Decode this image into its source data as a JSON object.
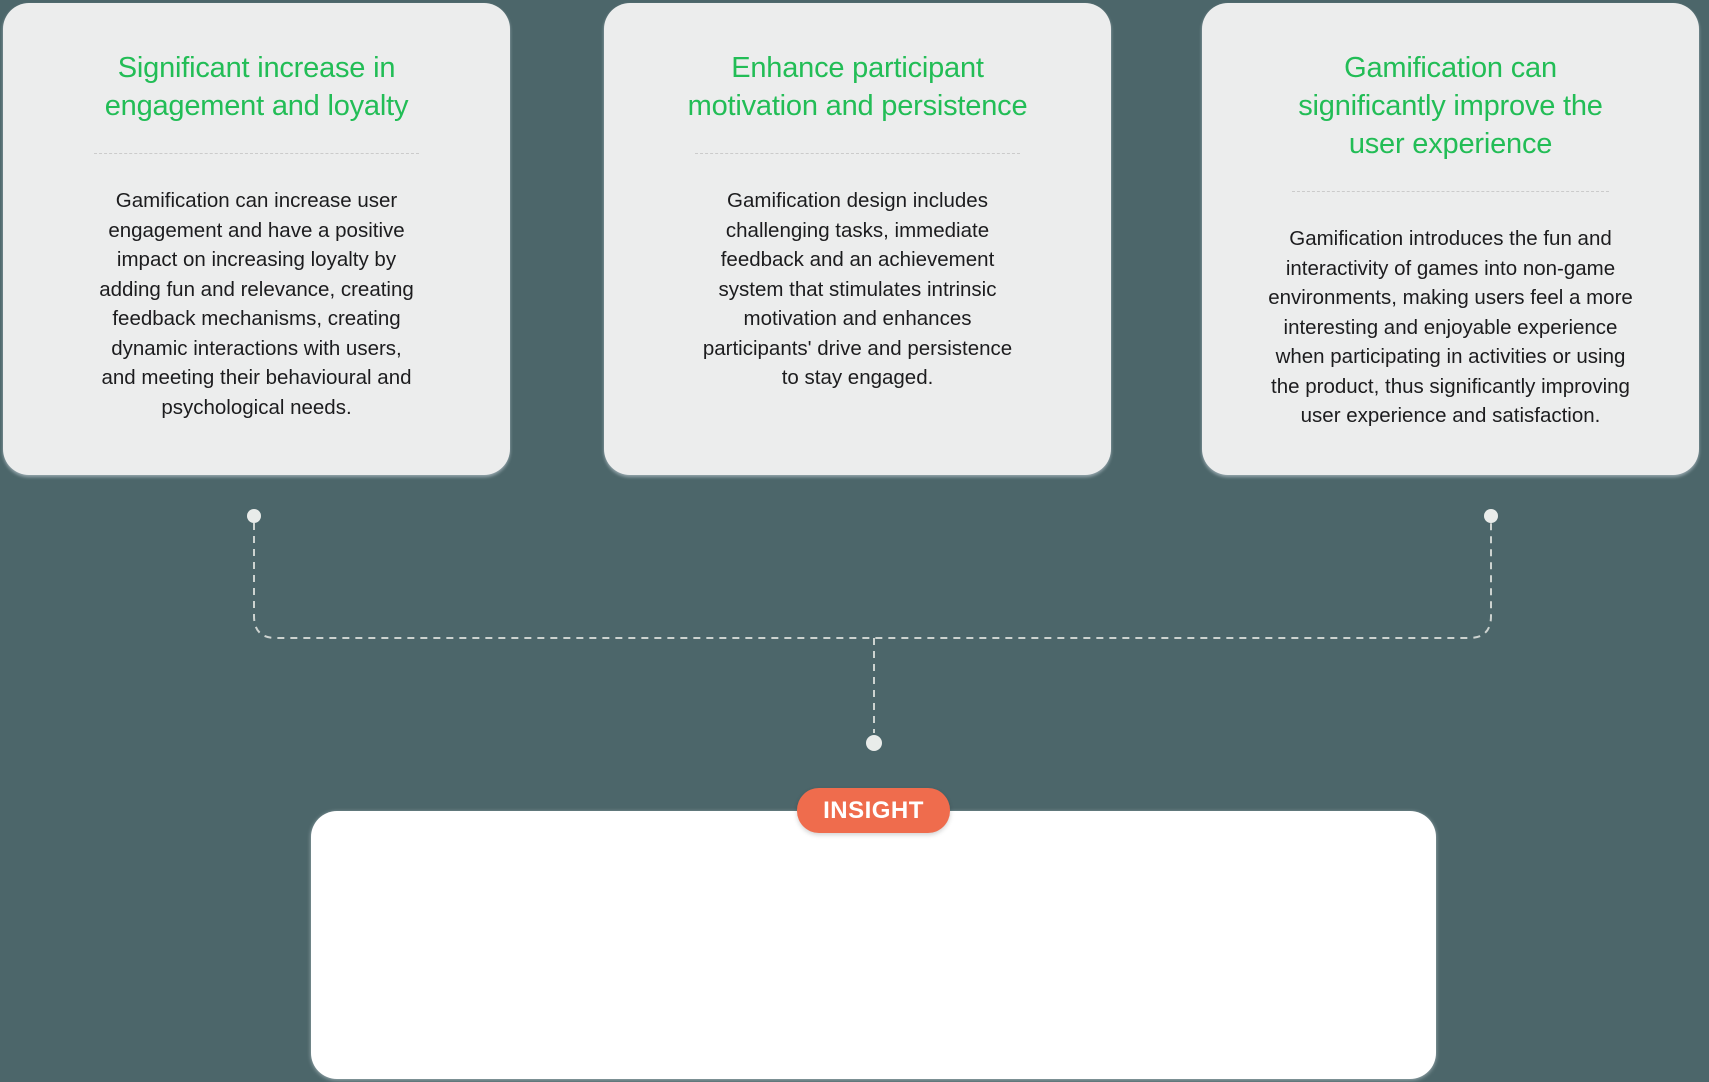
{
  "theme": {
    "background": "#4C666A",
    "card_bg": "#ECEDED",
    "title_green": "#22BD56",
    "body_text": "#1C1C1E",
    "divider": "#CBCBCB",
    "connector": "#CDD3D0",
    "connector_dot": "#E9ECEA",
    "badge_orange": "#EF6C4D",
    "badge_text": "#FFFFFF",
    "panel_bg": "#FFFFFF"
  },
  "cards": [
    {
      "title": "Significant increase in\nengagement and loyalty",
      "body": "Gamification can increase user\nengagement and have a positive\nimpact on increasing loyalty by\nadding fun and relevance, creating\nfeedback mechanisms, creating\ndynamic interactions with users,\nand meeting their behavioural and\npsychological needs."
    },
    {
      "title": "Enhance participant\nmotivation and persistence",
      "body": "Gamification design includes\nchallenging tasks, immediate\nfeedback and an achievement\nsystem that stimulates intrinsic\nmotivation and enhances\nparticipants' drive and persistence\nto stay engaged."
    },
    {
      "title": "Gamification can\nsignificantly improve the\nuser experience",
      "body": "Gamification introduces the fun and\ninteractivity of games into non-game\nenvironments, making users feel a more\ninteresting and enjoyable experience\nwhen participating in activities or using\nthe product, thus significantly improving\nuser experience and satisfaction."
    }
  ],
  "insight": {
    "label": "INSIGHT"
  }
}
